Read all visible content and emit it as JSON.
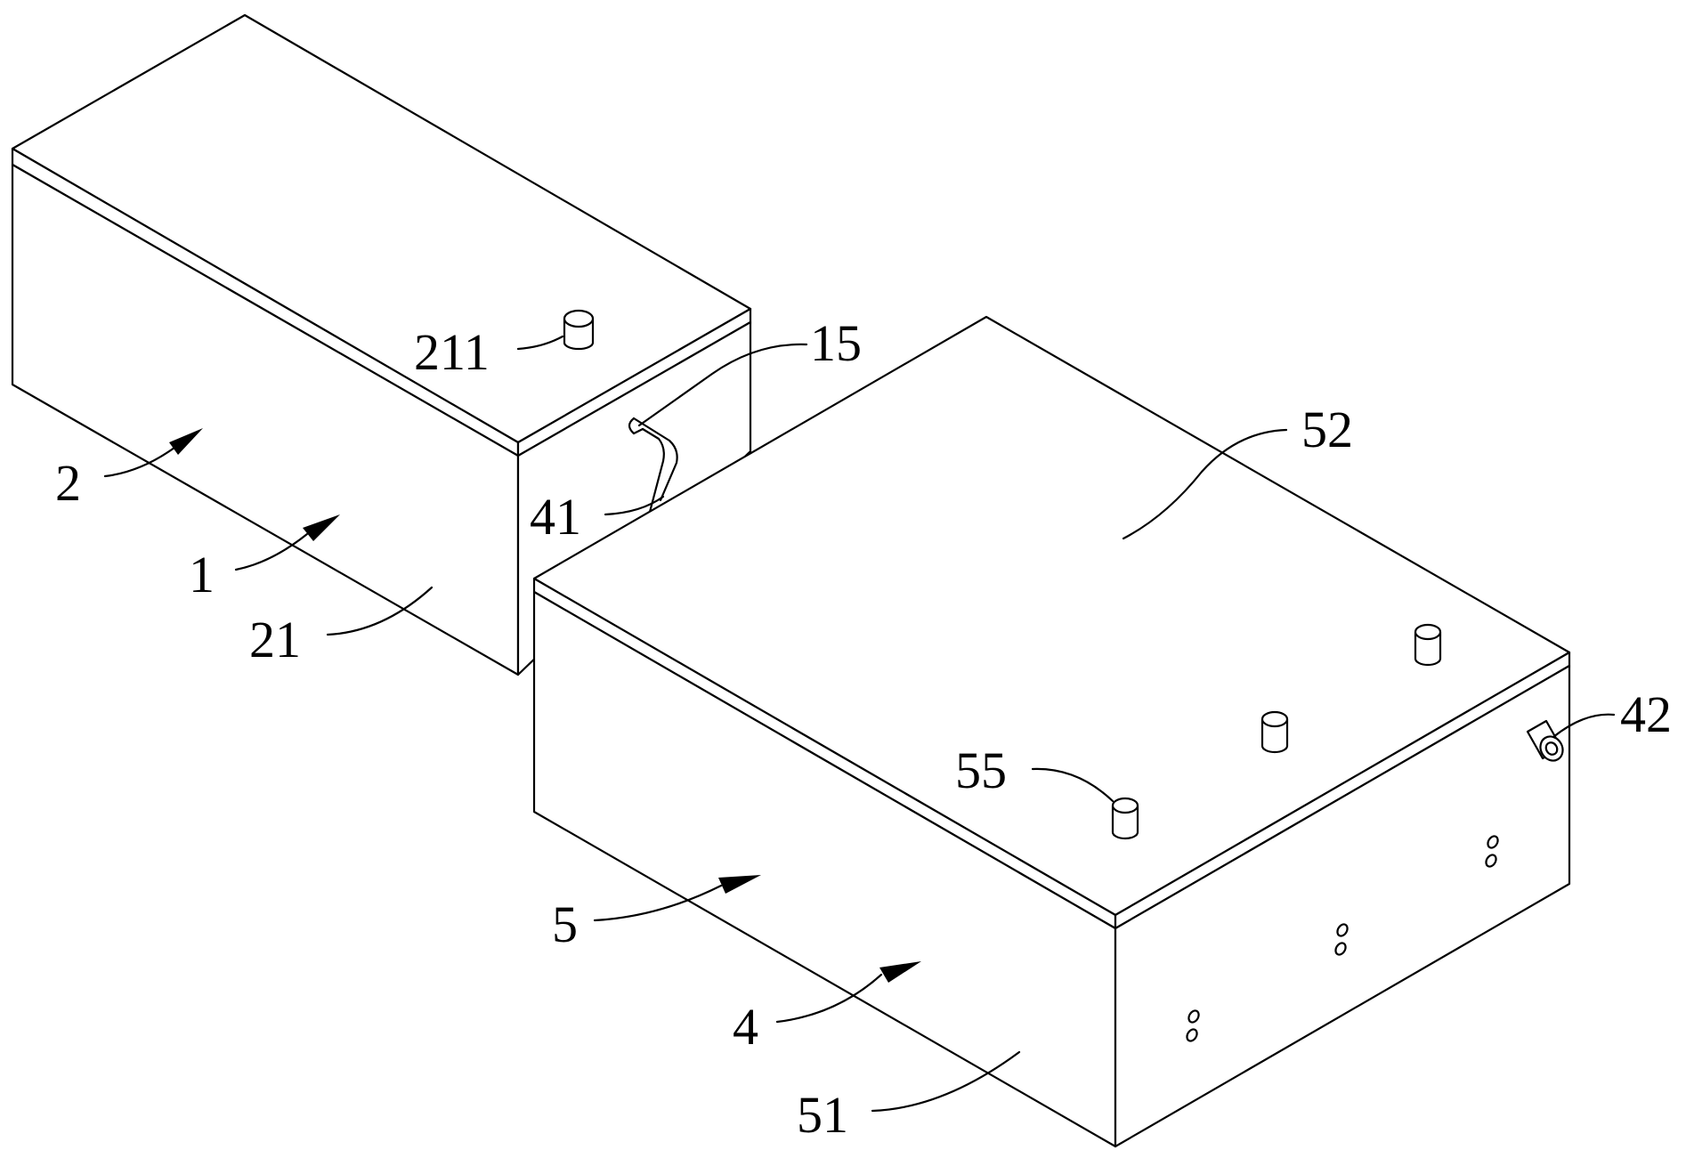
{
  "labels": {
    "l2": "2",
    "l1": "1",
    "l21": "21",
    "l211": "211",
    "l15": "15",
    "l41": "41",
    "l52": "52",
    "l42": "42",
    "l55": "55",
    "l5": "5",
    "l4": "4",
    "l51": "51"
  }
}
